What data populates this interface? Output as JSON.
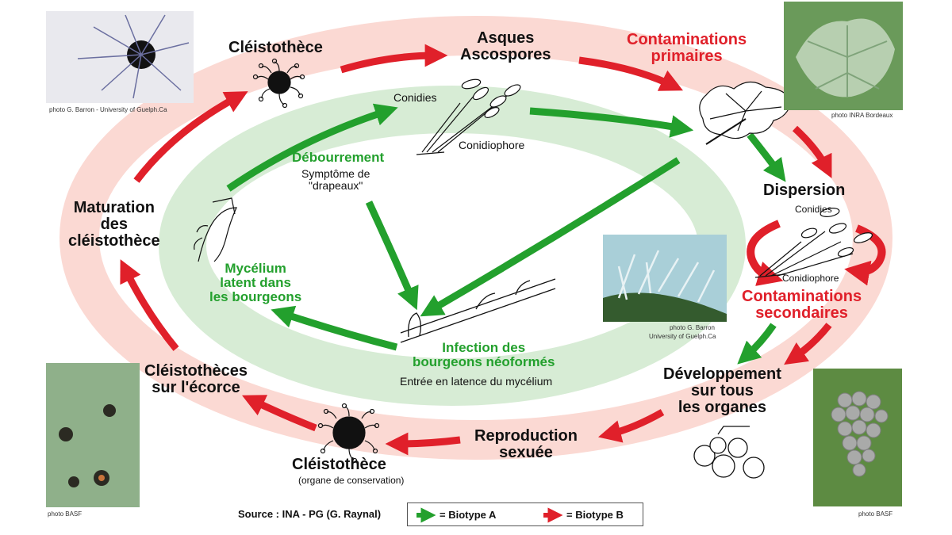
{
  "stages": {
    "cleisto_top": "Cléistothèce",
    "asques_1": "Asques",
    "asques_2": "Ascospores",
    "contam_prim_1": "Contaminations",
    "contam_prim_2": "primaires",
    "dispersion": "Dispersion",
    "contam_sec_1": "Contaminations",
    "contam_sec_2": "secondaires",
    "dev_1": "Développement",
    "dev_2": "sur tous",
    "dev_3": "les organes",
    "repro_1": "Reproduction",
    "repro_2": "sexuée",
    "cleisto_bottom": "Cléistothèce",
    "cleisto_bottom_sub": "(organe de conservation)",
    "ecorce_1": "Cléistothèces",
    "ecorce_2": "sur l'écorce",
    "maturation_1": "Maturation",
    "maturation_2": "des",
    "maturation_3": "cléistothèce"
  },
  "inner": {
    "conidies_top": "Conidies",
    "conidiophore_top": "Conidiophore",
    "debourrement": "Débourrement",
    "symptome_1": "Symptôme de",
    "symptome_2": "\"drapeaux\"",
    "mycelium_1": "Mycélium",
    "mycelium_2": "latent dans",
    "mycelium_3": "les bourgeons",
    "infection_1": "Infection des",
    "infection_2": "bourgeons néoformés",
    "latence": "Entrée en latence du mycélium",
    "conidies_right": "Conidies",
    "conidiophore_right": "Conidiophore"
  },
  "photos": {
    "tl_caption": "photo G. Barron - University of Guelph.Ca",
    "tr_caption": "photo INRA Bordeaux",
    "mid_caption_1": "photo G. Barron",
    "mid_caption_2": "University of Guelph.Ca",
    "bl_caption": "photo BASF",
    "br_caption": "photo BASF"
  },
  "legend": {
    "source": "Source : INA - PG (G. Raynal)",
    "biotype_a": "= Biotype A",
    "biotype_b": "= Biotype B",
    "color_a": "#23a02d",
    "color_b": "#e0202a"
  },
  "colors": {
    "outer_ring": "#fbd9d3",
    "inner_ring": "#d7ecd5"
  }
}
